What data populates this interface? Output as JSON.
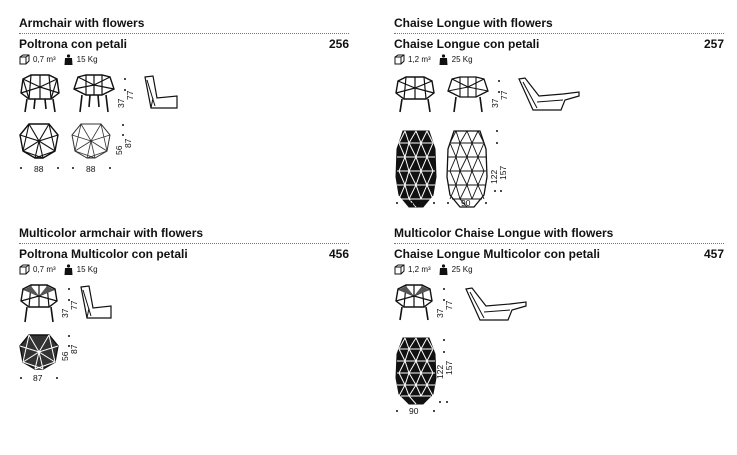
{
  "products": [
    {
      "title": "Armchair with flowers",
      "subtitle": "Poltrona con petali",
      "code": "256",
      "volume": "0,7 m³",
      "weight": "15 Kg",
      "dims": {
        "front_h1": "37",
        "front_h2": "77",
        "top_h1": "56",
        "top_h2": "87",
        "width1": "88",
        "width2": "88"
      }
    },
    {
      "title": "Chaise Longue with flowers",
      "subtitle": "Chaise Longue con petali",
      "code": "257",
      "volume": "1,2 m³",
      "weight": "25 Kg",
      "dims": {
        "front_h1": "37",
        "front_h2": "77",
        "top_h1": "122",
        "top_h2": "157",
        "width1": "90",
        "width2": "90"
      }
    },
    {
      "title": "Multicolor armchair with flowers",
      "subtitle": "Poltrona Multicolor con petali",
      "code": "456",
      "volume": "0,7 m³",
      "weight": "15 Kg",
      "dims": {
        "front_h1": "37",
        "front_h2": "77",
        "top_h1": "56",
        "top_h2": "87",
        "width1": "87"
      }
    },
    {
      "title": "Multicolor Chaise Longue with flowers",
      "subtitle": "Chaise Longue Multicolor con petali",
      "code": "457",
      "volume": "1,2 m³",
      "weight": "25 Kg",
      "dims": {
        "front_h1": "37",
        "front_h2": "77",
        "top_h1": "122",
        "top_h2": "157",
        "width1": "90"
      }
    }
  ],
  "icons": {
    "volume": "box-icon",
    "weight": "weight-icon"
  }
}
